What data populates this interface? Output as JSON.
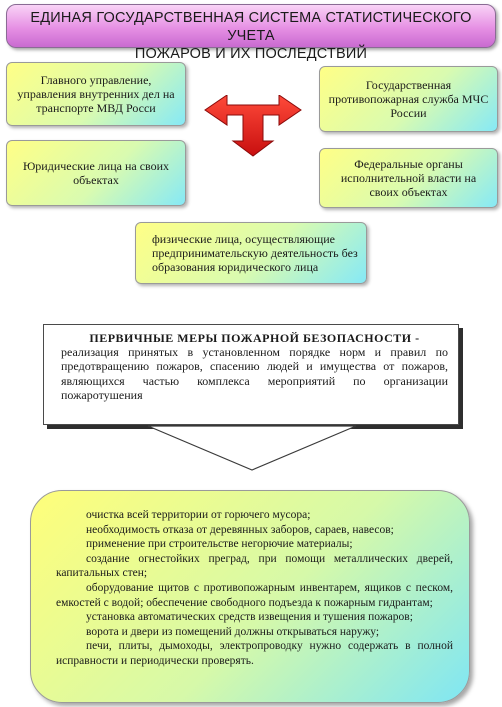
{
  "title": {
    "line1": "ЕДИНАЯ ГОСУДАРСТВЕННАЯ СИСТЕМА СТАТИСТИЧЕСКОГО УЧЕТА",
    "line2": "ПОЖАРОВ И ИХ ПОСЛЕДСТВИЙ"
  },
  "orgs": {
    "main_directorate": "Главного управление, управления внутренних дел на транспорте МВД Росси",
    "fire_service": "Государственная противопожарная служба МЧС России",
    "legal_entities": "Юридические лица на своих объектах",
    "federal_bodies": "Федеральные органы исполнительной власти на своих объектах",
    "individuals": "физические лица, осуществляющие предпринимательскую деятельность без образования юридического лица"
  },
  "measures": {
    "heading": "ПЕРВИЧНЫЕ МЕРЫ ПОЖАРНОЙ БЕЗОПАСНОСТИ -",
    "text": "реализация принятых в установленном порядке норм и правил по предотвращению пожаров, спасению людей и имущества от пожаров, являющихся частью комплекса мероприятий по организации пожаротушения"
  },
  "list": {
    "items": [
      "очистка всей территории от горючего мусора;",
      "необходимость отказа от деревянных заборов, сараев, навесов;",
      "применение при строительстве негорючие материалы;",
      "создание огнестойких преград, при помощи металлических дверей, капитальных стен;",
      "оборудование щитов с противопожарным инвентарем, ящиков с песком, емкостей с водой; обеспечение свободного подъезда к пожарным гидрантам;",
      "установка автоматических средств извещения и тушения пожаров;",
      "ворота и двери из помещений должны открываться наружу;",
      "печи, плиты, дымоходы, электропроводку нужно содержать в полной исправности и периодически проверять."
    ]
  },
  "colors": {
    "title_fill": "#e690e4",
    "box_gradient_start": "#ffff86",
    "box_gradient_end": "#86e9f6",
    "arrow_red": "#e81e1e"
  },
  "icons": {
    "double_arrow": "double-headed-t-arrow-icon",
    "down_arrow": "down-arrow-icon"
  }
}
